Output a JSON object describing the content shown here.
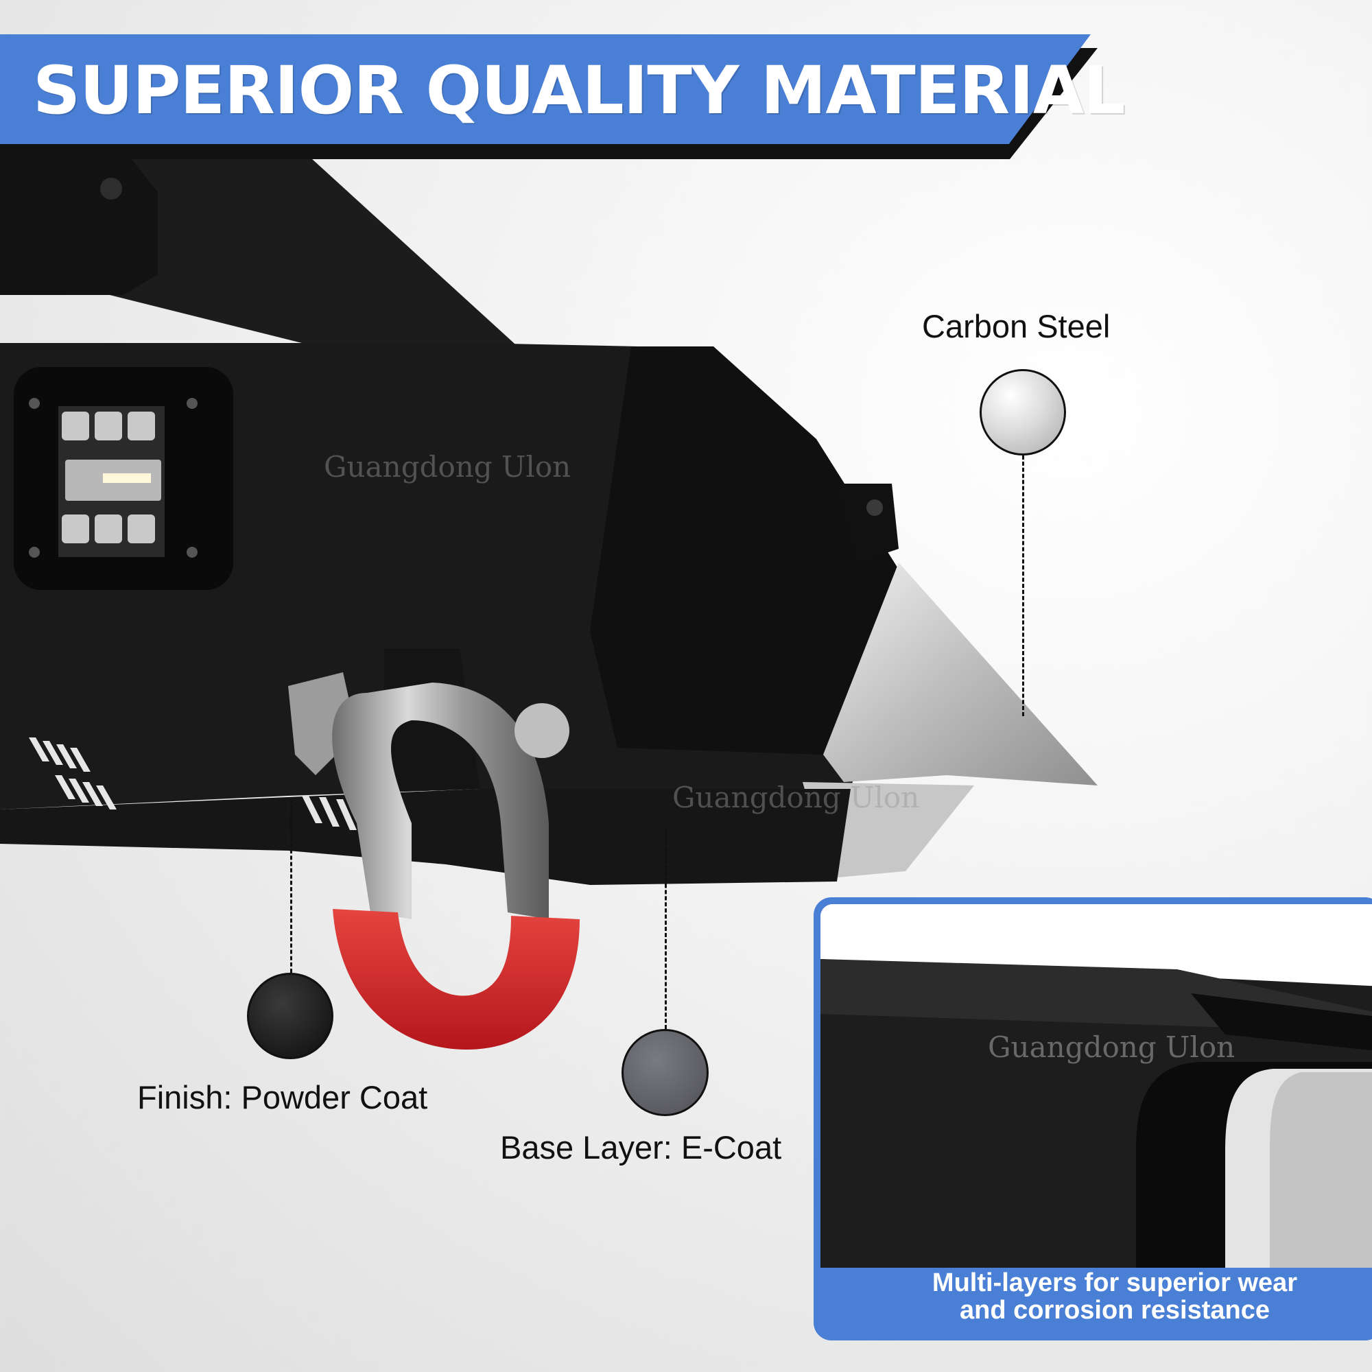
{
  "header": {
    "title": "SUPERIOR QUALITY MATERIAL"
  },
  "labels": {
    "carbon_steel": "Carbon Steel",
    "powder_coat": "Finish: Powder Coat",
    "e_coat": "Base Layer: E-Coat"
  },
  "watermark": "Guangdong Ulon",
  "inset": {
    "caption_line1": "Multi-layers for superior wear",
    "caption_line2": "and corrosion resistance"
  },
  "colors": {
    "banner_blue": "#4a7fd6",
    "shackle_red": "#d8262a",
    "body_black": "#1b1b1b"
  }
}
